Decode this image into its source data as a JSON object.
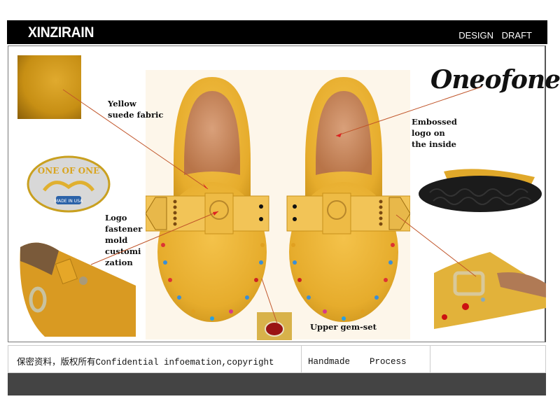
{
  "header": {
    "brand": "XINZIRAIN",
    "doc_type": "DESIGN DRAFT"
  },
  "logo_text": "Oneofone",
  "callouts": {
    "fabric": [
      "Yellow",
      "suede fabric"
    ],
    "logo_inside": [
      "Embossed",
      "logo on",
      "the inside"
    ],
    "fastener": [
      "Logo",
      "fastener",
      "mold",
      "customi",
      "zation"
    ],
    "gem": "Upper gem-set"
  },
  "buckle_badge": {
    "top": "ONE OF ONE",
    "bottom": "MADE IN USA"
  },
  "footer": {
    "confidential": "保密资料，版权所有Confidential infoemation,copyright",
    "process_label": "Handmade",
    "process_value": "Process",
    "blank": ""
  },
  "colors": {
    "suede": "#e6ac2c",
    "insole": "#c98a5a",
    "header_bg": "#000000",
    "footer_bar": "#444444",
    "callout_line": "#c0552a"
  }
}
